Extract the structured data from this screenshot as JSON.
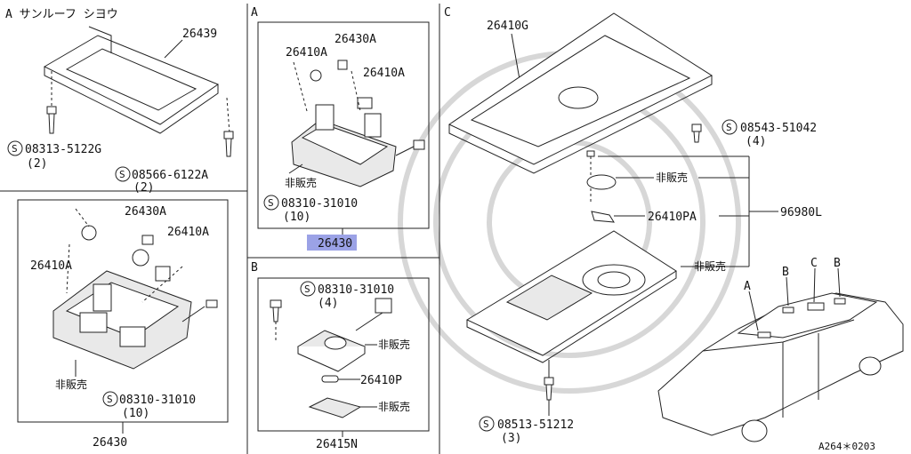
{
  "sections": {
    "a_note": "A サンルーフ シヨウ",
    "a": "A",
    "b": "B",
    "c": "C"
  },
  "left": {
    "p26439": "26439",
    "s08313": "08313-5122G",
    "s08313_qty": "(2)",
    "s08566": "08566-6122A",
    "s08566_qty": "(2)",
    "p26430A": "26430A",
    "p26410A_r": "26410A",
    "p26410A_l": "26410A",
    "hanbai": "非販売",
    "s08310": "08310-31010",
    "s08310_qty": "(10)",
    "p26430": "26430"
  },
  "mid_a": {
    "p26430A": "26430A",
    "p26410A_l": "26410A",
    "p26410A_r": "26410A",
    "hanbai": "非販売",
    "s08310": "08310-31010",
    "s08310_qty": "(10)",
    "p26430": "26430"
  },
  "mid_b": {
    "s08310": "08310-31010",
    "s08310_qty": "(4)",
    "hanbai1": "非販売",
    "p26410P": "26410P",
    "hanbai2": "非販売",
    "p26415N": "26415N"
  },
  "right_c": {
    "p26410G": "26410G",
    "s08543": "08543-51042",
    "s08543_qty": "(4)",
    "hanbai1": "非販売",
    "p26410PA": "26410PA",
    "p96980L": "96980L",
    "hanbai2": "非販売",
    "s08513": "08513-51212",
    "s08513_qty": "(3)",
    "car_a": "A",
    "car_b1": "B",
    "car_c": "C",
    "car_b2": "B",
    "ref": "A264＊0203"
  },
  "symbols": {
    "screw_mark": "S"
  },
  "colors": {
    "highlight": "#9ba2e6",
    "line": "#222222"
  }
}
